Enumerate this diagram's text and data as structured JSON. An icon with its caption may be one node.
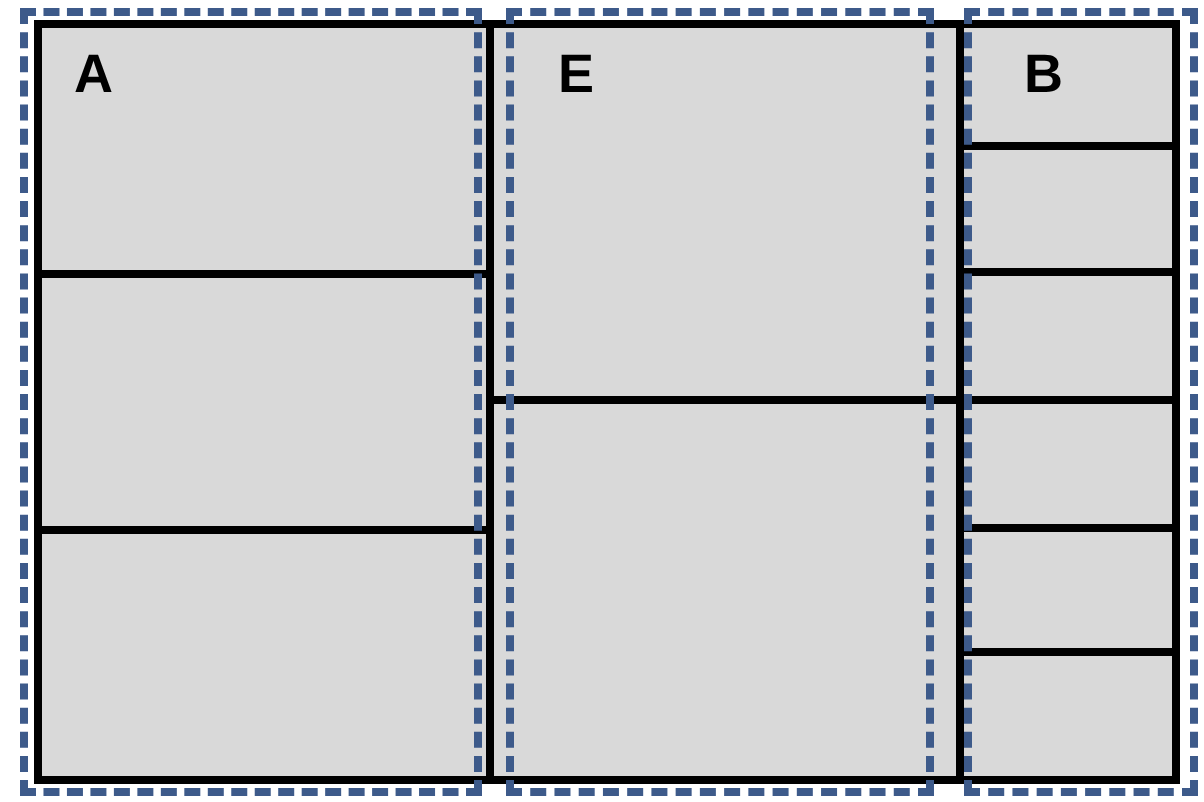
{
  "diagram": {
    "nodes": [
      {
        "text": [],
        "shape": "box"
      },
      {
        "text": [
          "A"
        ],
        "in": 0
      },
      {
        "text": [],
        "shape": "box",
        "in": 0
      },
      {
        "text": [],
        "shape": "box",
        "in": 0
      },
      {
        "text": [],
        "shape": "box"
      },
      {
        "text": [
          "E"
        ],
        "in": 4
      },
      {
        "text": [],
        "shape": "box",
        "in": 4
      },
      {
        "text": [],
        "shape": "box"
      },
      {
        "text": [
          "B"
        ],
        "in": 7
      },
      {
        "text": [],
        "shape": "box",
        "in": 7
      },
      {
        "text": [],
        "shape": "box",
        "in": 7
      },
      {
        "text": [],
        "shape": "box",
        "in": 7
      },
      {
        "text": [],
        "shape": "box",
        "in": 7
      },
      {
        "text": [],
        "shape": "box",
        "in": 7
      }
    ]
  }
}
